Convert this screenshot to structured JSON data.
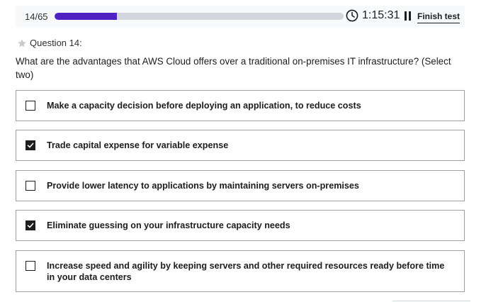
{
  "header": {
    "counter": "14/65",
    "progress": 0.2154,
    "timer": "1:15:31",
    "finish_label": "Finish test"
  },
  "question": {
    "number_label": "Question 14:",
    "text": "What are the advantages that AWS Cloud offers over a traditional on-premises IT infrastructure? (Select two)"
  },
  "options": [
    {
      "label": "Make a capacity decision before deploying an application, to reduce costs",
      "checked": false
    },
    {
      "label": "Trade capital expense for variable expense",
      "checked": true
    },
    {
      "label": "Provide lower latency to applications by maintaining servers on-premises",
      "checked": false
    },
    {
      "label": "Eliminate guessing on your infrastructure capacity needs",
      "checked": true
    },
    {
      "label": "Increase speed and agility by keeping servers and other required resources ready before time in your data centers",
      "checked": false
    }
  ],
  "colors": {
    "accent": "#5022c3",
    "track": "#d1d7dc",
    "text": "#1c1d1f",
    "topbar_bg": "#f7f9fa"
  },
  "icons": {
    "clock": "clock-icon",
    "pause": "pause-icon",
    "star": "star-icon",
    "check": "checkmark-icon"
  }
}
